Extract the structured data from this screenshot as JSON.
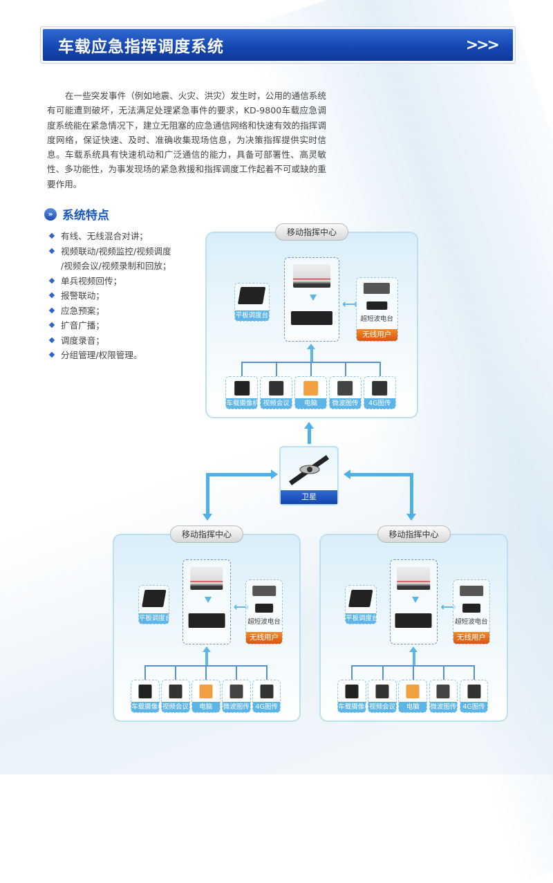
{
  "header": {
    "title": "车载应急指挥调度系统",
    "chevron_icon": "triple-chevron-right-icon"
  },
  "intro": "在一些突发事件（例如地震、火灾、洪灾）发生时，公用的通信系统有可能遭到破坏，无法满足处理紧急事件的要求，KD-9800车载应急调度系统能在紧急情况下，建立无阻塞的应急通信网络和快速有效的指挥调度网络，保证快速、及时、准确收集现场信息，为决策指挥提供实时信息。车载系统具有快速机动和广泛通信的能力，具备可部署性、高灵敏性、多功能性，为事发现场的紧急救援和指挥调度工作起着不可或缺的重要作用。",
  "features": {
    "title": "系统特点",
    "items": [
      "有线、无线混合对讲；",
      "视频联动/视频监控/视频调度",
      "/视频会议/视频录制和回放；",
      "单兵视频回传；",
      "报警联动；",
      "应急预案；",
      "扩音广播；",
      "调度录音；",
      "分组管理/权限管理。"
    ]
  },
  "panel": {
    "title": "移动指挥中心",
    "tablet": "平板调度台",
    "radio": "超短波电台",
    "wireless": "无线用户",
    "devices": [
      "车载摄像机",
      "视频会议",
      "电脑",
      "微波图传",
      "4G图传"
    ]
  },
  "satellite": {
    "label": "卫星"
  },
  "colors": {
    "brand": "#1545b0",
    "accent": "#5cb5e6",
    "orange": "#e06a18"
  }
}
